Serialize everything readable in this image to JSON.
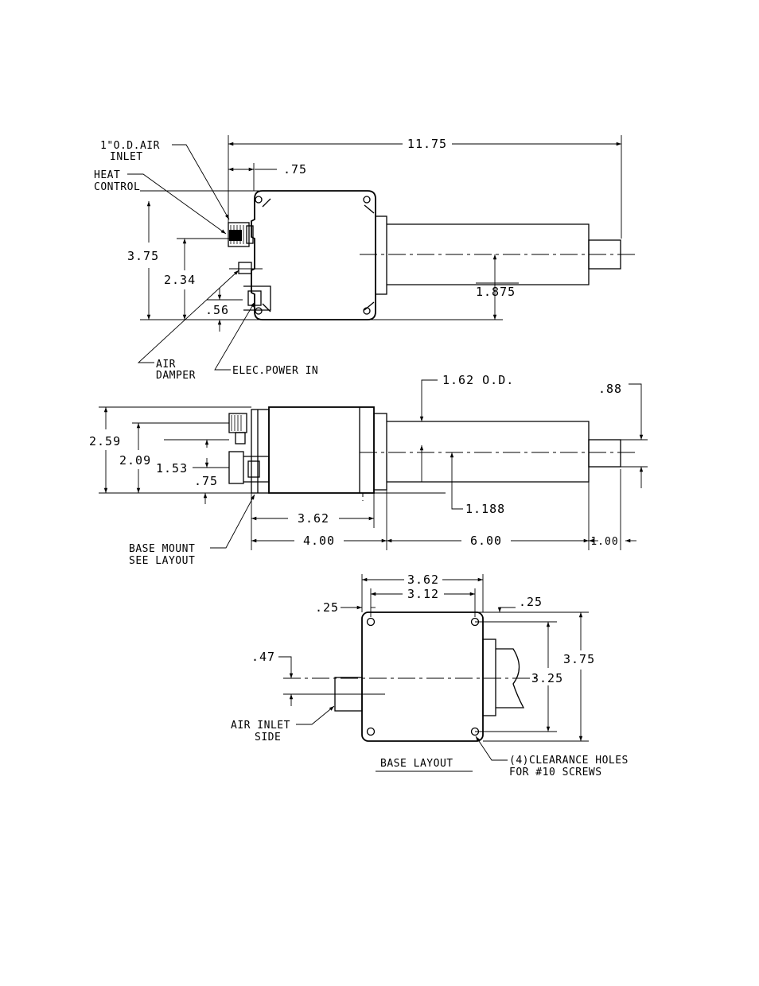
{
  "top_view": {
    "air_inlet_label_1": "1\"O.D.AIR",
    "air_inlet_label_2": "INLET",
    "heat_control_label_1": "HEAT",
    "heat_control_label_2": "CONTROL",
    "overall_length": "11.75",
    "inlet_offset": ".75",
    "height": "3.75",
    "inlet_height": "2.34",
    "damper_height": ".56",
    "centerline_height": "1.875",
    "air_damper_label_1": "AIR",
    "air_damper_label_2": "DAMPER",
    "elec_power_label": "ELEC.POWER IN"
  },
  "side_view": {
    "tube_diameter": "1.62 O.D.",
    "tip_diameter": ".88",
    "height": "2.59",
    "inlet_height": "2.09",
    "damper_height": "1.53",
    "power_height": ".75",
    "centerline_height": "1.188",
    "box_width": "3.62",
    "base_length": "4.00",
    "tube_length": "6.00",
    "tip_length": "1.00",
    "base_mount_label_1": "BASE MOUNT",
    "base_mount_label_2": "SEE LAYOUT"
  },
  "base_layout": {
    "overall_width": "3.62",
    "hole_spacing_x": "3.12",
    "left_edge": ".25",
    "top_edge": ".25",
    "inlet_offset": ".47",
    "overall_height": "3.75",
    "hole_spacing_y": "3.25",
    "air_inlet_side_1": "AIR INLET",
    "air_inlet_side_2": "SIDE",
    "title": "BASE LAYOUT",
    "holes_note_1": "(4)CLEARANCE HOLES",
    "holes_note_2": "FOR #10 SCREWS"
  }
}
